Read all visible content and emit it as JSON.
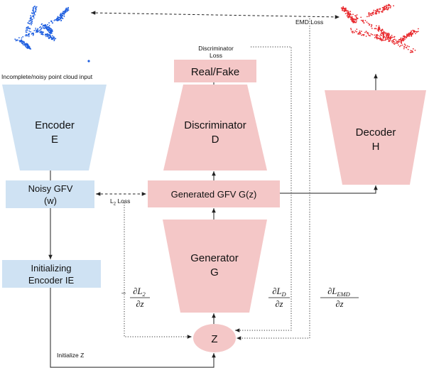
{
  "colors": {
    "blue_block": "#cfe2f3",
    "pink_block": "#f4c7c7",
    "blue_cloud": "#1f5fe0",
    "red_cloud": "#e8282c"
  },
  "input_caption": "Incomplete/noisy point cloud input",
  "encoder": {
    "title": "Encoder",
    "symbol": "E"
  },
  "noisy_gfv": {
    "title": "Noisy GFV",
    "symbol": "(w)"
  },
  "init_encoder": {
    "line1": "Initializing",
    "line2": "Encoder IE"
  },
  "initialize_z": "Initialize Z",
  "l2_loss": {
    "base": "L",
    "sub": "2",
    "rest": " Loss"
  },
  "discriminator_loss": {
    "line1": "Discriminator",
    "line2": "Loss"
  },
  "real_fake": "Real/Fake",
  "discriminator": {
    "title": "Discriminator",
    "symbol": "D"
  },
  "generated_gfv": "Generated GFV G(z)",
  "generator": {
    "title": "Generator",
    "symbol": "G"
  },
  "z_node": "Z",
  "decoder": {
    "title": "Decoder",
    "symbol": "H"
  },
  "emd_loss": "EMD Loss",
  "gradients": {
    "l2": {
      "sign": "−",
      "num": "∂L",
      "num_sub": "2",
      "den": "∂z"
    },
    "d": {
      "num": "∂L",
      "num_sub": "D",
      "den": "∂z"
    },
    "emd": {
      "num": "∂L",
      "num_sub": "EMD",
      "den": "∂z"
    }
  }
}
